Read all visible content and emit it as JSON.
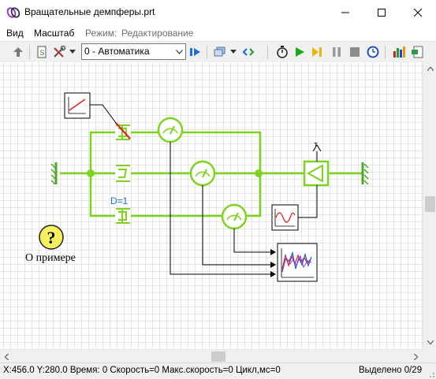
{
  "window": {
    "title": "Вращательные демпферы.prt"
  },
  "menu": {
    "view": "Вид",
    "scale": "Масштаб",
    "mode_label": "Режим:",
    "mode_value": "Редактирование"
  },
  "toolbar": {
    "combo_value": "0 - Автоматика"
  },
  "diagram": {
    "damper_param": "D=1",
    "about_label": "О примере",
    "help_glyph": "?",
    "axis_label": "T"
  },
  "status": {
    "left": "X:456.0  Y:280.0 Время: 0 Скорость=0 Макс.скорость=0 Цикл,мс=0",
    "right": "Выделено 0/29"
  },
  "colors": {
    "accent_green": "#7ed321",
    "wire": "#000000",
    "red": "#e02020",
    "blue": "#2050e0"
  }
}
